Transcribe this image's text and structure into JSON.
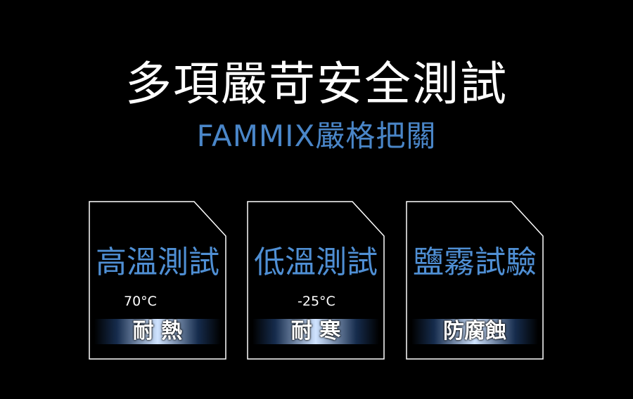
{
  "header": {
    "title": "多項嚴苛安全測試",
    "subtitle": "FAMMIX嚴格把關"
  },
  "cards": [
    {
      "name": "高溫測試",
      "temp": "70°C",
      "tag": "耐 熱"
    },
    {
      "name": "低溫測試",
      "temp": "-25°C",
      "tag": "耐 寒"
    },
    {
      "name": "鹽霧試驗",
      "temp": "",
      "tag": "防腐蝕"
    }
  ],
  "colors": {
    "background": "#000000",
    "title": "#ffffff",
    "accent_blue": "#4a86c8",
    "card_border": "#ffffff"
  }
}
